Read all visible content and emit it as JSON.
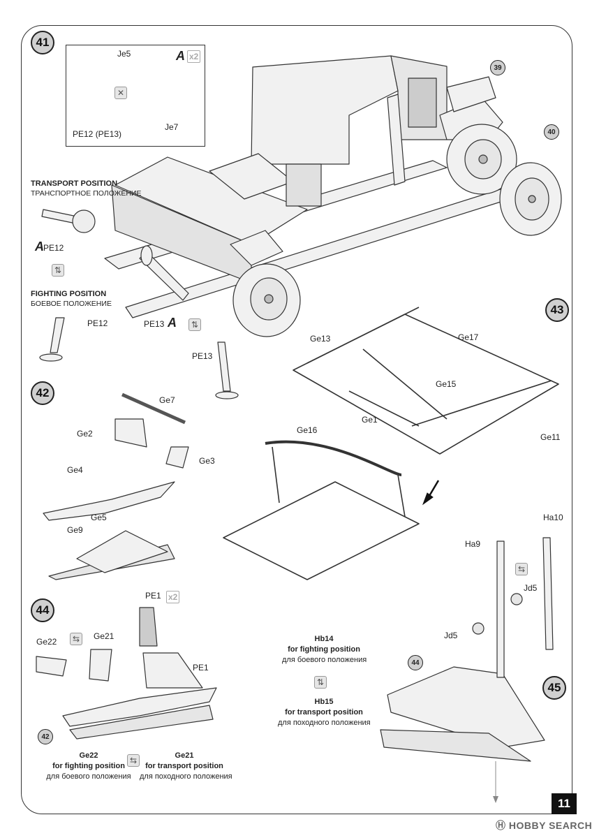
{
  "page_number": "11",
  "watermark": "Ⓗ HOBBY SEARCH",
  "steps": {
    "s41": "41",
    "s42": "42",
    "s43": "43",
    "s44": "44",
    "s45": "45",
    "ref39": "39",
    "ref40": "40",
    "ref42": "42",
    "ref44": "44"
  },
  "inset": {
    "je5": "Je5",
    "je7": "Je7",
    "pe12": "PE12 (PE13)",
    "variant": "A",
    "mult": "x2"
  },
  "step41": {
    "transport_en": "TRANSPORT POSITION",
    "transport_ru": "ТРАНСПОРТНОЕ ПОЛОЖЕНИЕ",
    "fighting_en": "FIGHTING POSITION",
    "fighting_ru": "БОЕВОЕ ПОЛОЖЕНИЕ",
    "a_pe12_a": "A",
    "a_pe12": "PE12",
    "pe12_b": "PE12",
    "pe13": "PE13",
    "pe13_a": "A",
    "pe13_b": "PE13"
  },
  "step42": {
    "ge7": "Ge7",
    "ge2": "Ge2",
    "ge3": "Ge3",
    "ge4": "Ge4",
    "ge5": "Ge5",
    "ge9": "Ge9"
  },
  "step43": {
    "ge13": "Ge13",
    "ge17": "Ge17",
    "ge15": "Ge15",
    "ge1": "Ge1",
    "ge11": "Ge11",
    "ge16": "Ge16"
  },
  "step44": {
    "pe1_top": "PE1",
    "mult": "x2",
    "ge22": "Ge22",
    "ge21": "Ge21",
    "pe1": "PE1",
    "cap_left_part": "Ge22",
    "cap_left_en": "for fighting position",
    "cap_left_ru": "для боевого положения",
    "cap_right_part": "Ge21",
    "cap_right_en": "for transport position",
    "cap_right_ru": "для походного положения"
  },
  "step45": {
    "hb14": "Hb14",
    "hb14_en": "for fighting position",
    "hb14_ru": "для боевого положения",
    "hb15": "Hb15",
    "hb15_en": "for transport position",
    "hb15_ru": "для походного положения",
    "ha9": "Ha9",
    "ha10": "Ha10",
    "jd5_a": "Jd5",
    "jd5_b": "Jd5"
  },
  "colors": {
    "line": "#333333",
    "fill": "#f1f1f1",
    "shade": "#d0d0d0",
    "step_fill": "#d0d0d0"
  },
  "icons": [
    "option-swap-icon",
    "glue-icon",
    "arrow-icon"
  ]
}
